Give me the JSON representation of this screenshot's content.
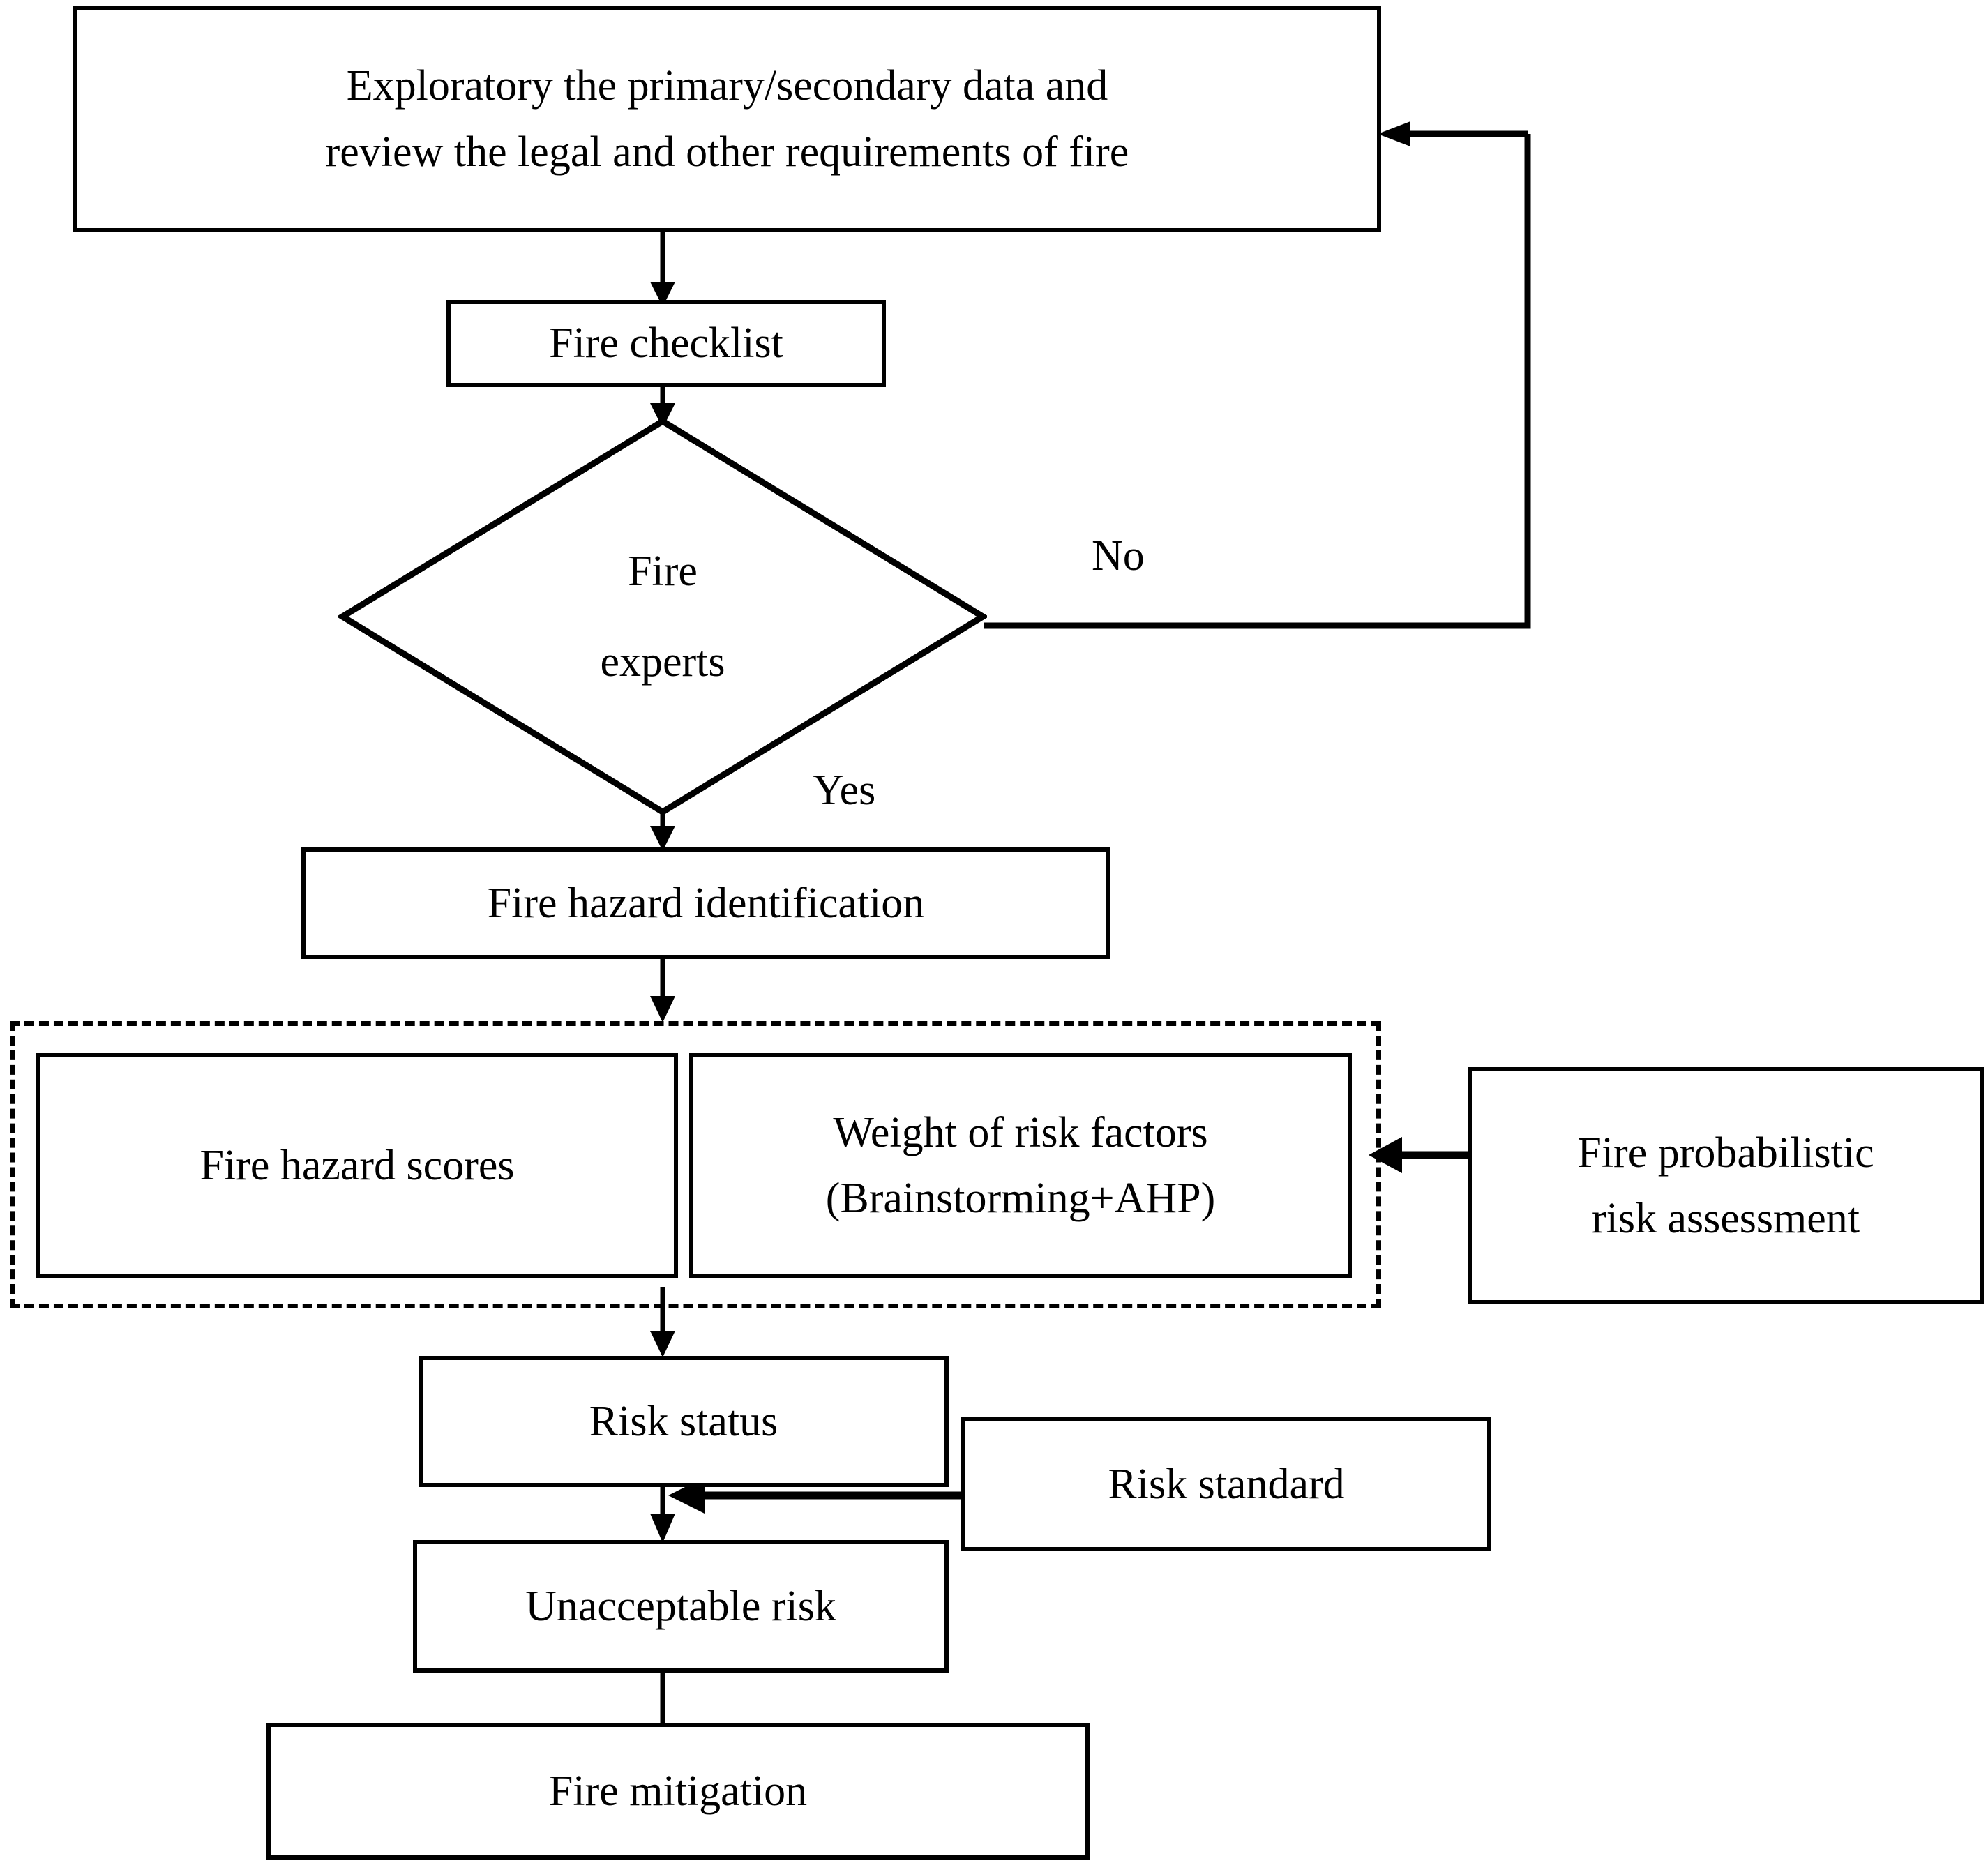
{
  "diagram": {
    "type": "flowchart",
    "title": "Fire risk assessment flowchart",
    "stroke_color": "#000000",
    "background_color": "#ffffff"
  },
  "nodes": {
    "exploratory": {
      "line1": "Exploratory the primary/secondary data and",
      "line2": "review the legal and other requirements of fire"
    },
    "fire_checklist": {
      "label": "Fire checklist"
    },
    "fire_experts": {
      "line1": "Fire",
      "line2": "experts"
    },
    "fire_hazard_identification": {
      "label": "Fire hazard identification"
    },
    "fire_hazard_scores": {
      "label": "Fire hazard scores"
    },
    "weight_of_risk_factors": {
      "line1": "Weight of risk factors",
      "line2": "(Brainstorming+AHP)"
    },
    "fire_probabilistic_risk_assessment": {
      "line1": "Fire probabilistic",
      "line2": "risk assessment"
    },
    "risk_status": {
      "label": "Risk status"
    },
    "risk_standard": {
      "label": "Risk standard"
    },
    "unacceptable_risk": {
      "label": "Unacceptable risk"
    },
    "fire_mitigation": {
      "label": "Fire mitigation"
    }
  },
  "edge_labels": {
    "no": "No",
    "yes": "Yes"
  }
}
